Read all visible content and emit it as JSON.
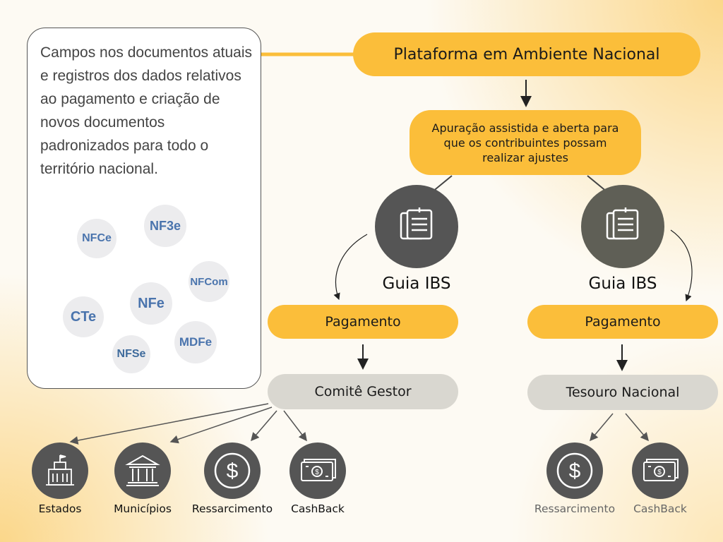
{
  "card": {
    "text": "Campos nos documentos atuais e registros dos dados relativos ao pagamento e criação de novos documentos padronizados para todo o território nacional.",
    "badges": [
      "NFCe",
      "NF3e",
      "NFCom",
      "CTe",
      "NFe",
      "NFSe",
      "MDFe"
    ]
  },
  "top": {
    "label": "Plataforma em Ambiente Nacional"
  },
  "apuracao": {
    "label": "Apuração assistida e aberta para que os contribuintes possam realizar ajustes"
  },
  "left": {
    "guia": "Guia IBS",
    "pagamento": "Pagamento",
    "orgao": "Comitê Gestor",
    "items": [
      "Estados",
      "Municípios",
      "Ressarcimento",
      "CashBack"
    ]
  },
  "right": {
    "guia": "Guia IBS",
    "pagamento": "Pagamento",
    "orgao": "Tesouro Nacional",
    "items": [
      "Ressarcimento",
      "CashBack"
    ]
  },
  "colors": {
    "accent": "#fbbe3a",
    "grey_pill": "#d9d7d0",
    "dark_circle": "#555555",
    "olive_circle": "#5f5f56"
  }
}
